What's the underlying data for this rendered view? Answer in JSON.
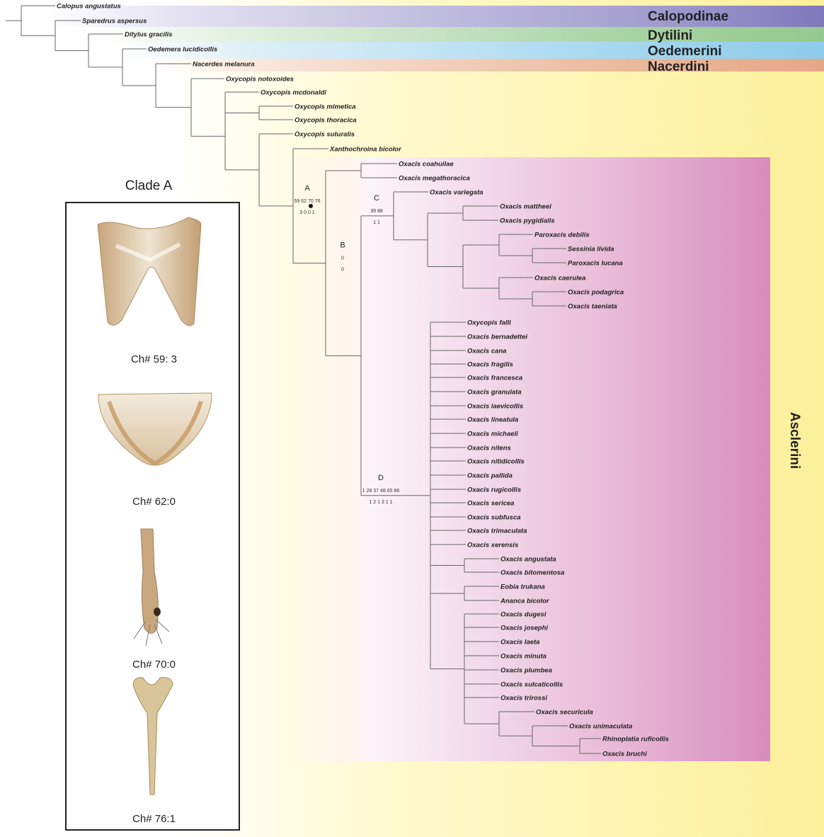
{
  "tribes": {
    "calopodinae": "Calopodinae",
    "dytilini": "Dytilini",
    "oedemerini": "Oedemerini",
    "nacerdini": "Nacerdini",
    "asclerini": "Asclerini"
  },
  "colors": {
    "calopodinae": "#7f78bb",
    "dytilini": "#93c98e",
    "oedemerini": "#8fcbea",
    "nacerdini": "#e4a887",
    "asclerini": "#d88dbd",
    "background": "#fdf09a"
  },
  "taxa": [
    "Calopus angustatus",
    "Sparedrus aspersus",
    "Ditylus gracilis",
    "Oedemera lucidicollis",
    "Nacerdes melanura",
    "Oxycopis notoxoides",
    "Oxycopis mcdonaldi",
    "Oxycopis mimetica",
    "Oxycopis thoracica",
    "Oxycopis suturalis",
    "Xanthochroina bicolor",
    "Oxacis coahuilae",
    "Oxacis megathoracica",
    "Oxacis variegata",
    "Oxacis mattheei",
    "Oxacis pygidialis",
    "Paroxacis debilis",
    "Sessinia livida",
    "Paroxacis lucana",
    "Oxacis caerulea",
    "Oxacis podagrica",
    "Oxacis taeniata",
    "Oxycopis falli",
    "Oxacis bernadettei",
    "Oxacis cana",
    "Oxacis fragilis",
    "Oxacis francesca",
    "Oxacis granulata",
    "Oxacis laevicollis",
    "Oxacis lineatula",
    "Oxacis michaeli",
    "Oxacis nitens",
    "Oxacis nitidicollis",
    "Oxacis pallida",
    "Oxacis rugicollis",
    "Oxacis sericea",
    "Oxacis subfusca",
    "Oxacis trimaculata",
    "Oxacis xerensis",
    "Oxacis angustata",
    "Oxacis bitomentosa",
    "Eobia trukana",
    "Ananca bicolor",
    "Oxacis dugesi",
    "Oxacis josephi",
    "Oxacis laeta",
    "Oxacis minuta",
    "Oxacis plumbea",
    "Oxacis sulcaticollis",
    "Oxacis trirossi",
    "Oxacis securicula",
    "Oxacis unimaculata",
    "Rhinoplatia ruficollis",
    "Oxacis bruchi"
  ],
  "clades": {
    "A": {
      "label": "A",
      "chars": "59 62 70 76",
      "states": "3 0 0 1"
    },
    "B": {
      "label": "B",
      "chars": "0",
      "states": "0"
    },
    "C": {
      "label": "C",
      "chars": "39 88",
      "states": "1 1"
    },
    "D": {
      "label": "D",
      "chars": "1 28 37 48 65 86",
      "states": "1 2 1 3 1 1"
    }
  },
  "panel": {
    "title": "Clade A",
    "captions": [
      "Ch# 59: 3",
      "Ch# 62:0",
      "Ch# 70:0",
      "Ch# 76:1"
    ]
  }
}
